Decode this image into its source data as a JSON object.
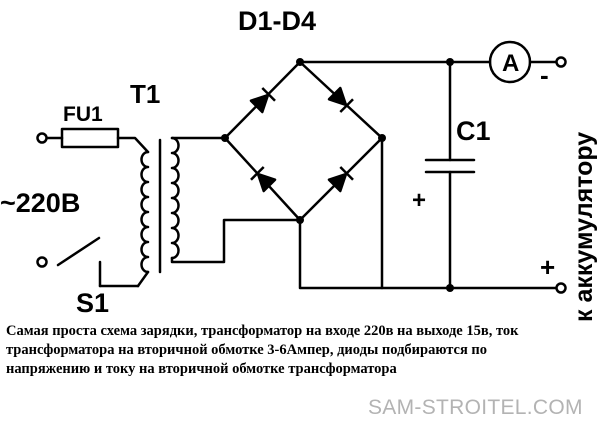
{
  "diagram": {
    "title": "D1-D4",
    "transformer_label": "T1",
    "fuse_label": "FU1",
    "input_voltage_label": "~220В",
    "switch_label": "S1",
    "capacitor_label": "C1",
    "capacitor_polarity": "+",
    "ammeter_label": "A",
    "output_minus": "-",
    "output_plus": "+",
    "battery_label": "к аккумулятору"
  },
  "caption": {
    "text": "Самая проста схема зарядки, трансформатор на входе 220в на выходе 15в, ток трансформатора на вторичной обмотке 3-6Ампер, диоды подбираются по напряжению и току на вторичной обмотке трансформатора"
  },
  "watermark": {
    "text": "SAM-STROITEL.COM"
  }
}
